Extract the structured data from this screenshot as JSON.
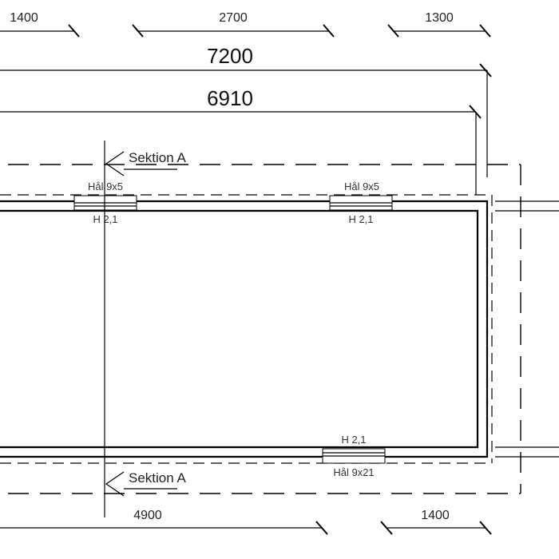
{
  "dimensions": {
    "top_row": [
      "1400",
      "2700",
      "1300"
    ],
    "overall_length": "7200",
    "inner_length": "6910",
    "bottom_row": [
      "4900",
      "1400"
    ]
  },
  "section_marks": {
    "top": "Sektion A",
    "bottom": "Sektion A"
  },
  "openings": {
    "top_left": {
      "label": "Hål 9x5",
      "height": "H 2,1"
    },
    "top_right": {
      "label": "Hål 9x5",
      "height": "H 2,1"
    },
    "bottom": {
      "label": "Hål 9x21",
      "height": "H 2,1"
    }
  }
}
